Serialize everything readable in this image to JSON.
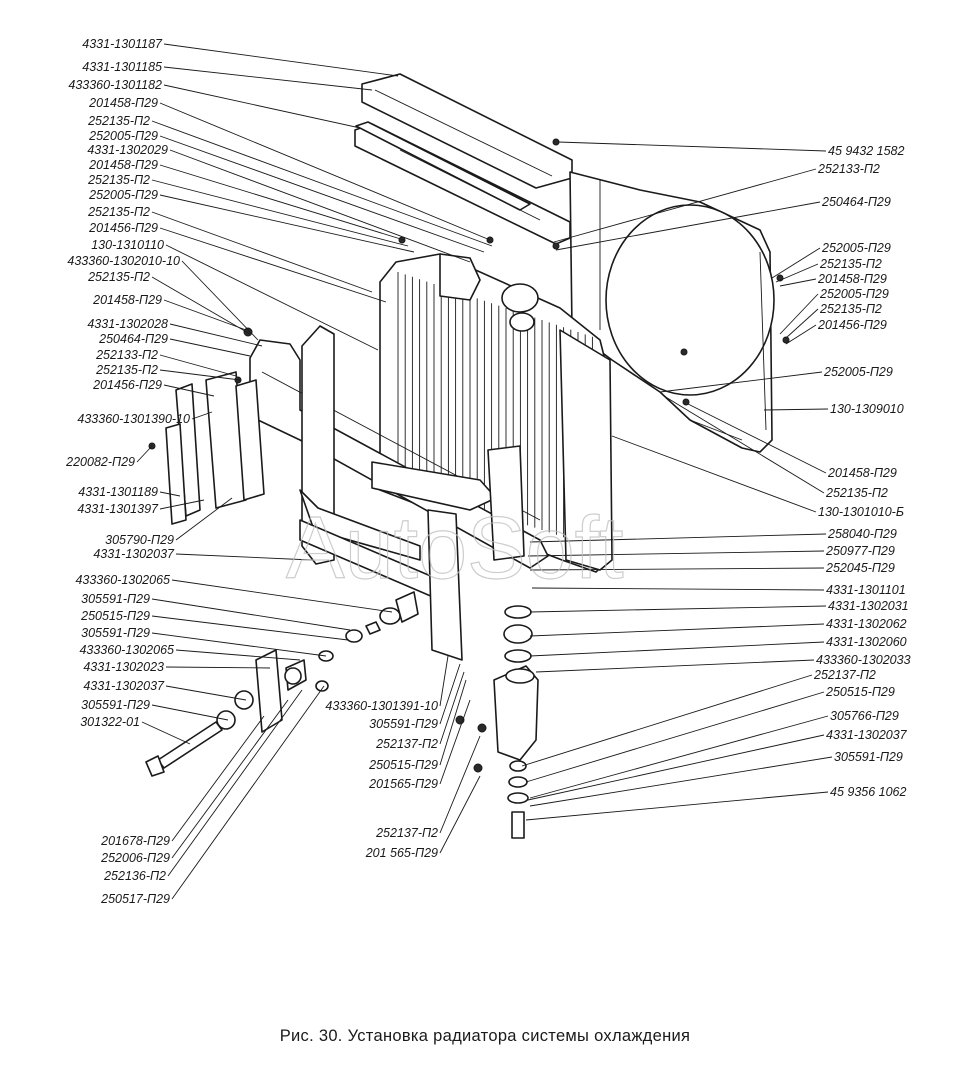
{
  "caption": "Рис. 30. Установка радиатора системы охлаждения",
  "watermark": "AutoSoft",
  "labels_left": [
    "4331-1301187",
    "4331-1301185",
    "433360-1301182",
    "201458-П29",
    "252135-П2",
    "252005-П29",
    "4331-1302029",
    "201458-П29",
    "252135-П2",
    "252005-П29",
    "252135-П2",
    "201456-П29",
    "130-1310110",
    "433360-1302010-10",
    "252135-П2",
    "201458-П29",
    "4331-1302028",
    "250464-П29",
    "252133-П2",
    "252135-П2",
    "201456-П29",
    "433360-1301390-10",
    "220082-П29",
    "4331-1301189",
    "4331-1301397",
    "305790-П29",
    "4331-1302037",
    "433360-1302065",
    "305591-П29",
    "250515-П29",
    "305591-П29",
    "433360-1302065",
    "4331-1302023",
    "4331-1302037",
    "305591-П29",
    "301322-01",
    "201678-П29",
    "252006-П29",
    "252136-П2",
    "250517-П29"
  ],
  "labels_center": [
    "433360-1301391-10",
    "305591-П29",
    "252137-П2",
    "250515-П29",
    "201565-П29",
    "252137-П2",
    "201 565-П29"
  ],
  "labels_right": [
    "45 9432 1582",
    "252133-П2",
    "250464-П29",
    "252005-П29",
    "252135-П2",
    "201458-П29",
    "252005-П29",
    "252135-П2",
    "201456-П29",
    "252005-П29",
    "130-1309010",
    "201458-П29",
    "252135-П2",
    "130-1301010-Б",
    "258040-П29",
    "250977-П29",
    "252045-П29",
    "4331-1301101",
    "4331-1302031",
    "4331-1302062",
    "4331-1302060",
    "433360-1302033",
    "252137-П2",
    "250515-П29",
    "305766-П29",
    "4331-1302037",
    "305591-П29",
    "45 9356 1062"
  ]
}
